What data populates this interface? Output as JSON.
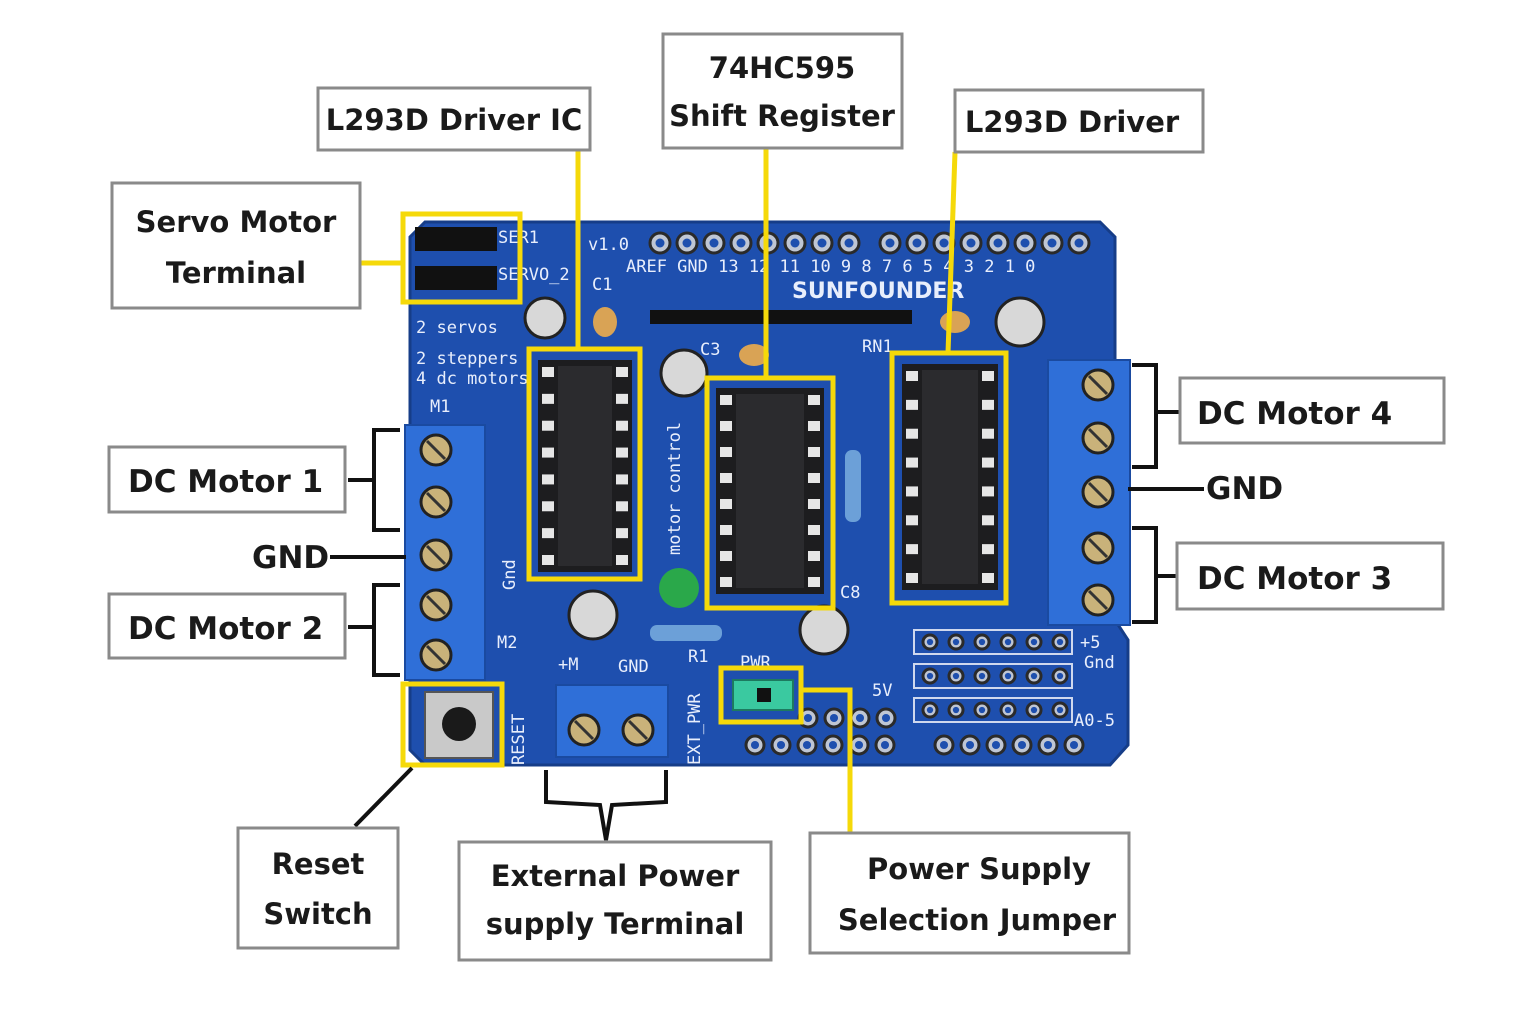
{
  "labels": {
    "l293d_ic": "L293D Driver IC",
    "shift_register_line1": "74HC595",
    "shift_register_line2": "Shift Register",
    "l293d_driver": "L293D Driver",
    "servo_line1": "Servo Motor",
    "servo_line2": "Terminal",
    "dc_motor_1": "DC Motor 1",
    "gnd_left": "GND",
    "dc_motor_2": "DC Motor 2",
    "dc_motor_4": "DC Motor 4",
    "gnd_right": "GND",
    "dc_motor_3": "DC Motor 3",
    "reset_line1": "Reset",
    "reset_line2": "Switch",
    "ext_power_line1": "External Power",
    "ext_power_line2": "supply Terminal",
    "jumper_line1": "Power Supply",
    "jumper_line2": "Selection Jumper"
  },
  "silkscreen": {
    "ser1": "SER1",
    "servo2": "SERVO_2",
    "version": "v1.0",
    "brand": "SUNFOUNDER",
    "pin_labels": "AREF GND 13 12 11 10 9 8   7 6 5 4 3 2 1 0",
    "servos": "2 servos",
    "steppers": "2 steppers",
    "dc": "4 dc motors",
    "m1": "M1",
    "m2": "M2",
    "plus_m": "+M",
    "gnd": "GND",
    "gnd_small": "Gnd",
    "motor_control": "motor control",
    "c1": "C1",
    "c3": "C3",
    "c8": "C8",
    "rn1": "RN1",
    "r1": "R1",
    "plus5": "+5",
    "gnd2": "Gnd",
    "a0_5": "A0-5",
    "ext_pwr": "EXT_PWR",
    "reset": "RESET",
    "pwr": "PWR",
    "five_v": "5V"
  },
  "colors": {
    "board": "#1e4fae",
    "terminal": "#2f6fd8",
    "highlight": "#f5d90a",
    "chip": "#1d1d1f",
    "jumper": "#3ac9a0"
  }
}
